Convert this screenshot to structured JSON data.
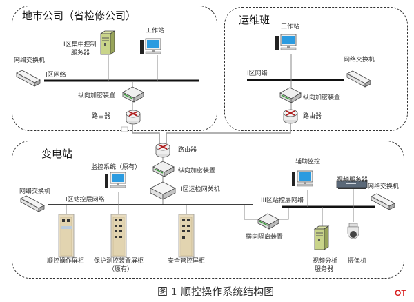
{
  "regions": {
    "city_company": {
      "title": "地市公司（省检修公司）"
    },
    "maintenance_team": {
      "title": "运维班"
    },
    "substation": {
      "title": "变电站"
    }
  },
  "city_company": {
    "server_label_line1": "I区集中控制",
    "server_label_line2": "服务器",
    "workstation_label": "工作站",
    "switch_label": "网络交换机",
    "network_label": "I区网络",
    "encryptor_label": "纵向加密装置",
    "router_label": "路由器"
  },
  "maintenance_team": {
    "workstation_label": "工作站",
    "switch_label": "网络交换机",
    "network_label": "I区网络",
    "encryptor_label": "纵向加密装置",
    "router_label": "路由器"
  },
  "substation": {
    "router_label": "路由器",
    "encryptor_label": "纵向加密装置",
    "gateway_label": "I区运检网关机",
    "monitor_label": "监控系统（原有）",
    "switch_left_label": "网络交换机",
    "network_i_label": "I区站控层网络",
    "network_iii_label": "III区站控层网络",
    "aux_monitor_label": "辅助监控",
    "video_server_label": "视频服务器",
    "switch_right_label": "网络交换机",
    "isolator_label": "横向隔离装置",
    "cabinet1_label": "顺控操作屏柜",
    "cabinet2_label_line1": "保护测控装置屏柜",
    "cabinet2_label_line2": "（原有）",
    "cabinet3_label": "安全管控屏柜",
    "video_analysis_line1": "视频分析",
    "video_analysis_line2": "服务器",
    "camera_label": "摄像机"
  },
  "caption": "图 1  顺控操作系统结构图",
  "logo": "OT",
  "colors": {
    "line": "#111111",
    "link": "#999999",
    "server_green": "#c9d48a",
    "screen_blue": "#2b9be0",
    "router_red": "#b02020",
    "logo_red": "#d81e1e",
    "logo_blue": "#1e6fd8"
  }
}
